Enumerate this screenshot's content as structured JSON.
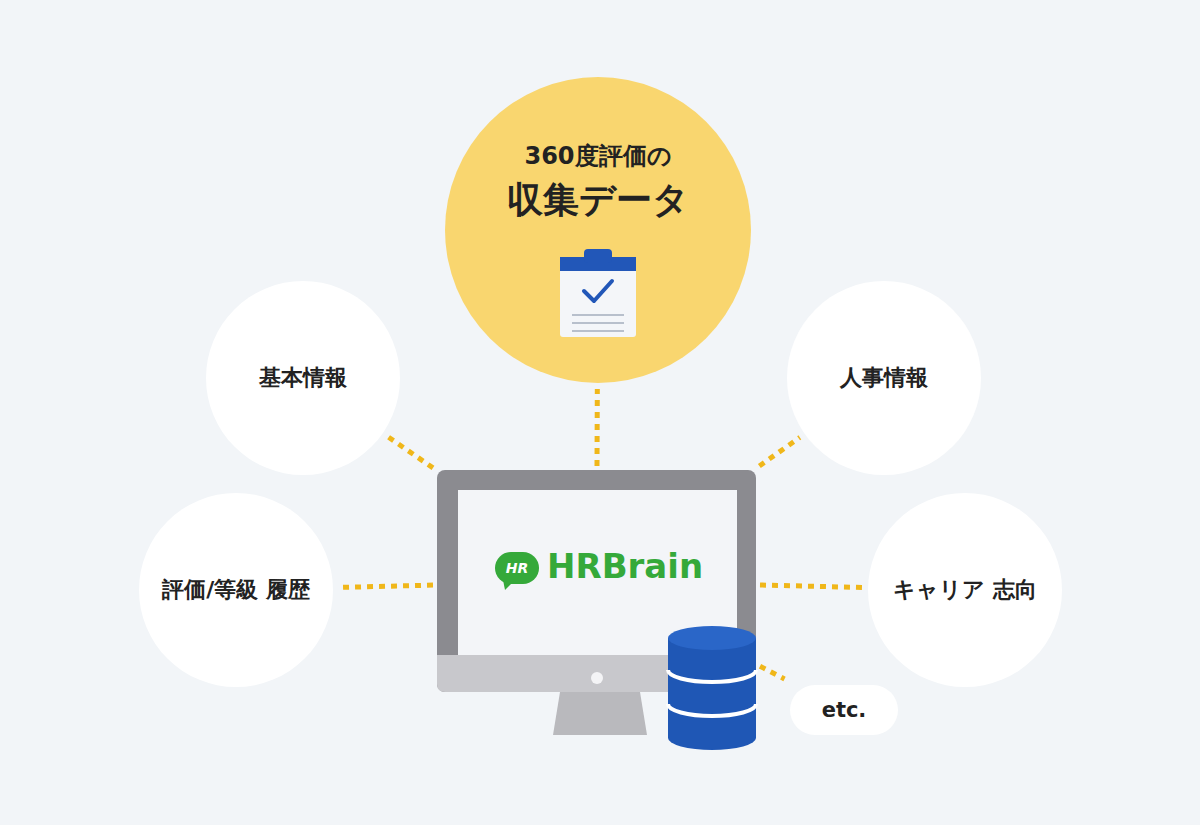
{
  "diagram": {
    "nodes": [
      {
        "text": [
          "360度評価の",
          "収集データ"
        ]
      },
      {
        "text": [
          "基本情報"
        ]
      },
      {
        "text": [
          "人事情報"
        ]
      },
      {
        "text": [
          "HR",
          "HRBrain"
        ]
      },
      {
        "text": [
          "評価/等級 履歴"
        ]
      },
      {
        "text": [
          "キャリア 志向"
        ]
      },
      {
        "text": [
          "etc."
        ]
      }
    ],
    "edges": [
      {
        "from": 3,
        "to": 0,
        "arrow": "none"
      },
      {
        "from": 3,
        "to": 1,
        "arrow": "none"
      },
      {
        "from": 3,
        "to": 2,
        "arrow": "none"
      },
      {
        "from": 3,
        "to": 4,
        "arrow": "none"
      },
      {
        "from": 3,
        "to": 5,
        "arrow": "none"
      },
      {
        "from": 3,
        "to": 6,
        "arrow": "none"
      }
    ]
  }
}
